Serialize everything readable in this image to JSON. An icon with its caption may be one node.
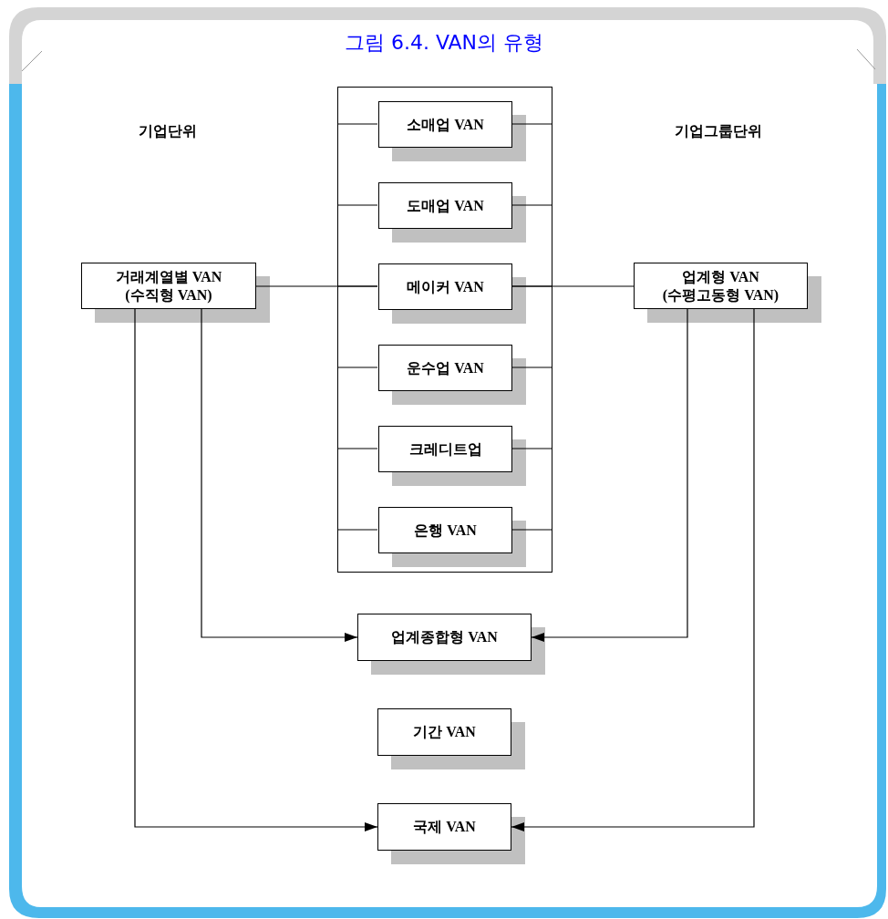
{
  "diagram": {
    "title": "그림 6.4. VAN의 유형",
    "nodes": [
      {
        "text": [],
        "shape": "box"
      },
      {
        "text": [
          "소매업 VAN"
        ],
        "in": 0
      },
      {
        "text": [
          "도매업 VAN"
        ],
        "in": 0
      },
      {
        "text": [
          "메이커 VAN"
        ],
        "in": 0
      },
      {
        "text": [
          "운수업 VAN"
        ],
        "in": 0
      },
      {
        "text": [
          "크레디트업"
        ],
        "in": 0
      },
      {
        "text": [
          "은행 VAN"
        ],
        "in": 0
      },
      {
        "text": [
          "거래계열별 VAN (수직형 VAN)"
        ]
      },
      {
        "text": [
          "업계형 VAN (수평고동형 VAN)"
        ]
      },
      {
        "text": [
          "업계종합형 VAN"
        ]
      },
      {
        "text": [
          "기간 VAN"
        ]
      },
      {
        "text": [
          "국제 VAN"
        ]
      }
    ],
    "edges": [
      {
        "from": 0,
        "to": 1,
        "arrow": "none"
      },
      {
        "from": 1,
        "to": 0,
        "arrow": "none"
      },
      {
        "from": 0,
        "to": 2,
        "arrow": "none"
      },
      {
        "from": 2,
        "to": 0,
        "arrow": "none"
      },
      {
        "from": 0,
        "to": 3,
        "arrow": "none"
      },
      {
        "from": 3,
        "to": 0,
        "arrow": "none"
      },
      {
        "from": 0,
        "to": 4,
        "arrow": "none"
      },
      {
        "from": 4,
        "to": 0,
        "arrow": "none"
      },
      {
        "from": 0,
        "to": 5,
        "arrow": "none"
      },
      {
        "from": 5,
        "to": 0,
        "arrow": "none"
      },
      {
        "from": 0,
        "to": 6,
        "arrow": "none"
      },
      {
        "from": 6,
        "to": 0,
        "arrow": "none"
      },
      {
        "from": 7,
        "to": 3,
        "arrow": "none"
      },
      {
        "from": 3,
        "to": 8,
        "arrow": "none"
      },
      {
        "from": 7,
        "to": 9,
        "arrow": "to"
      },
      {
        "from": 7,
        "to": 11,
        "arrow": "to"
      },
      {
        "from": 8,
        "to": 9,
        "arrow": "to"
      },
      {
        "from": 8,
        "to": 11,
        "arrow": "to"
      }
    ],
    "labels": [
      "기업단위",
      "기업그룹단위"
    ]
  }
}
